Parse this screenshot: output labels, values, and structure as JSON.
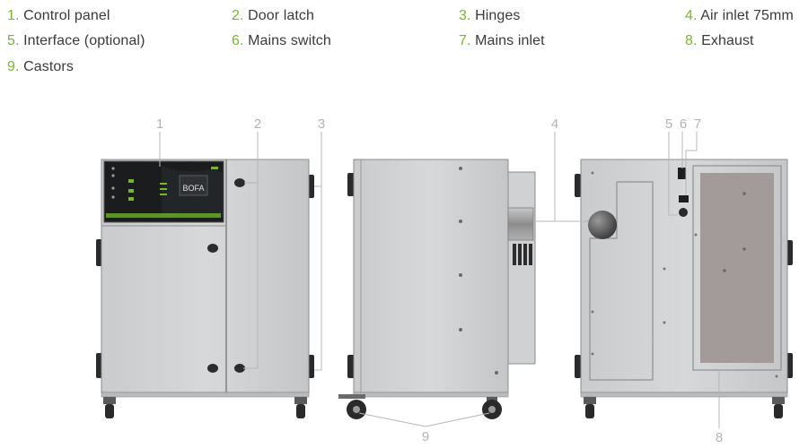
{
  "legend": [
    {
      "number": "1.",
      "label": "Control panel"
    },
    {
      "number": "2.",
      "label": "Door latch"
    },
    {
      "number": "3.",
      "label": "Hinges"
    },
    {
      "number": "4.",
      "label": "Air inlet 75mm"
    },
    {
      "number": "5.",
      "label": "Interface (optional)"
    },
    {
      "number": "6.",
      "label": "Mains switch"
    },
    {
      "number": "7.",
      "label": "Mains inlet"
    },
    {
      "number": "8.",
      "label": "Exhaust"
    },
    {
      "number": "9.",
      "label": "Castors"
    }
  ],
  "callouts": [
    "1",
    "2",
    "3",
    "4",
    "5",
    "6",
    "7",
    "8",
    "9"
  ],
  "brand": "BOFA",
  "colors": {
    "accent": "#76b82a",
    "text": "#3a3a3a",
    "callout": "#b3b3b3",
    "panel": "#d3d5d7",
    "exhaust": "#a39b99"
  }
}
